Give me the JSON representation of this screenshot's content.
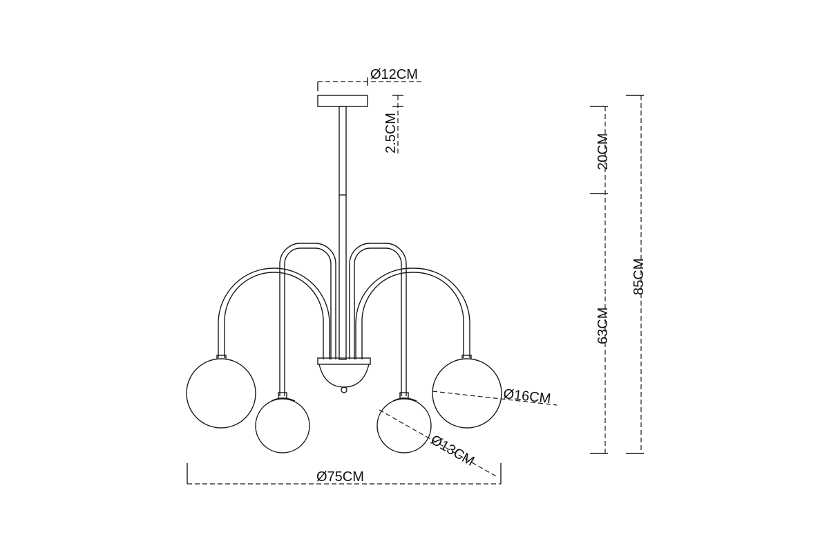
{
  "dimensions": {
    "canopy_diameter": "Ø12CM",
    "canopy_height": "2.5CM",
    "rod_length": "20CM",
    "body_height": "63CM",
    "total_height": "85CM",
    "overall_diameter": "Ø75CM",
    "large_globe_diameter": "Ø16CM",
    "small_globe_diameter": "Ø13CM"
  },
  "colors": {
    "line": "#1a1a1a",
    "background": "#ffffff"
  }
}
